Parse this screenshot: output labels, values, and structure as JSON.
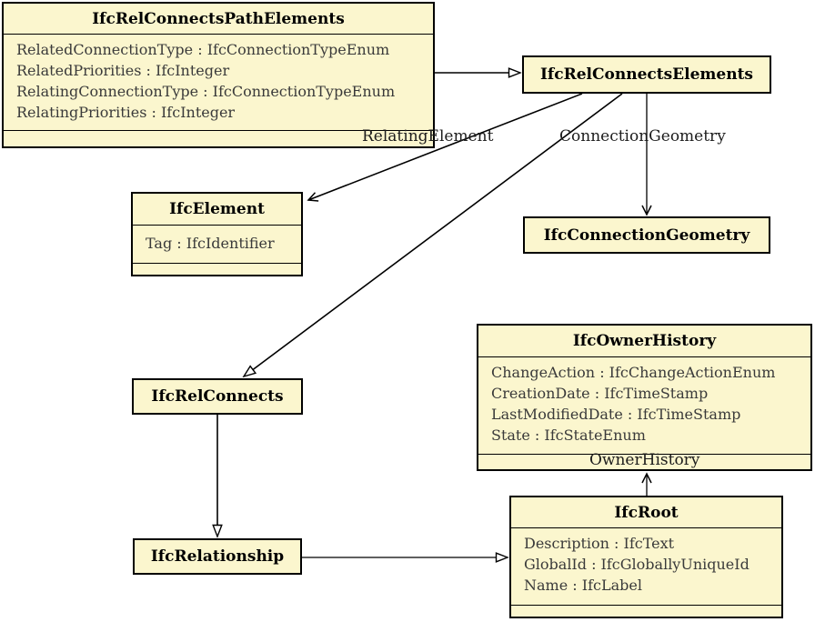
{
  "colors": {
    "box_fill": "#FBF6CE",
    "box_border": "#000000",
    "title_text": "#000000",
    "attribute_text": "#3a3a3a",
    "edge_label_text": "#1c1c1c",
    "background": "#ffffff"
  },
  "classes": {
    "pathElements": {
      "title": "IfcRelConnectsPathElements",
      "attributes": [
        "RelatedConnectionType : IfcConnectionTypeEnum",
        "RelatedPriorities : IfcInteger",
        "RelatingConnectionType : IfcConnectionTypeEnum",
        "RelatingPriorities : IfcInteger"
      ]
    },
    "relElements": {
      "title": "IfcRelConnectsElements"
    },
    "element": {
      "title": "IfcElement",
      "attributes": [
        "Tag : IfcIdentifier"
      ]
    },
    "connGeometry": {
      "title": "IfcConnectionGeometry"
    },
    "ownerHistory": {
      "title": "IfcOwnerHistory",
      "attributes": [
        "ChangeAction : IfcChangeActionEnum",
        "CreationDate : IfcTimeStamp",
        "LastModifiedDate : IfcTimeStamp",
        "State : IfcStateEnum"
      ]
    },
    "relConnects": {
      "title": "IfcRelConnects"
    },
    "relationship": {
      "title": "IfcRelationship"
    },
    "root": {
      "title": "IfcRoot",
      "attributes": [
        "Description : IfcText",
        "GlobalId : IfcGloballyUniqueId",
        "Name : IfcLabel"
      ]
    }
  },
  "edge_labels": {
    "relating_element": "RelatingElement",
    "connection_geometry": "ConnectionGeometry",
    "owner_history": "OwnerHistory"
  }
}
